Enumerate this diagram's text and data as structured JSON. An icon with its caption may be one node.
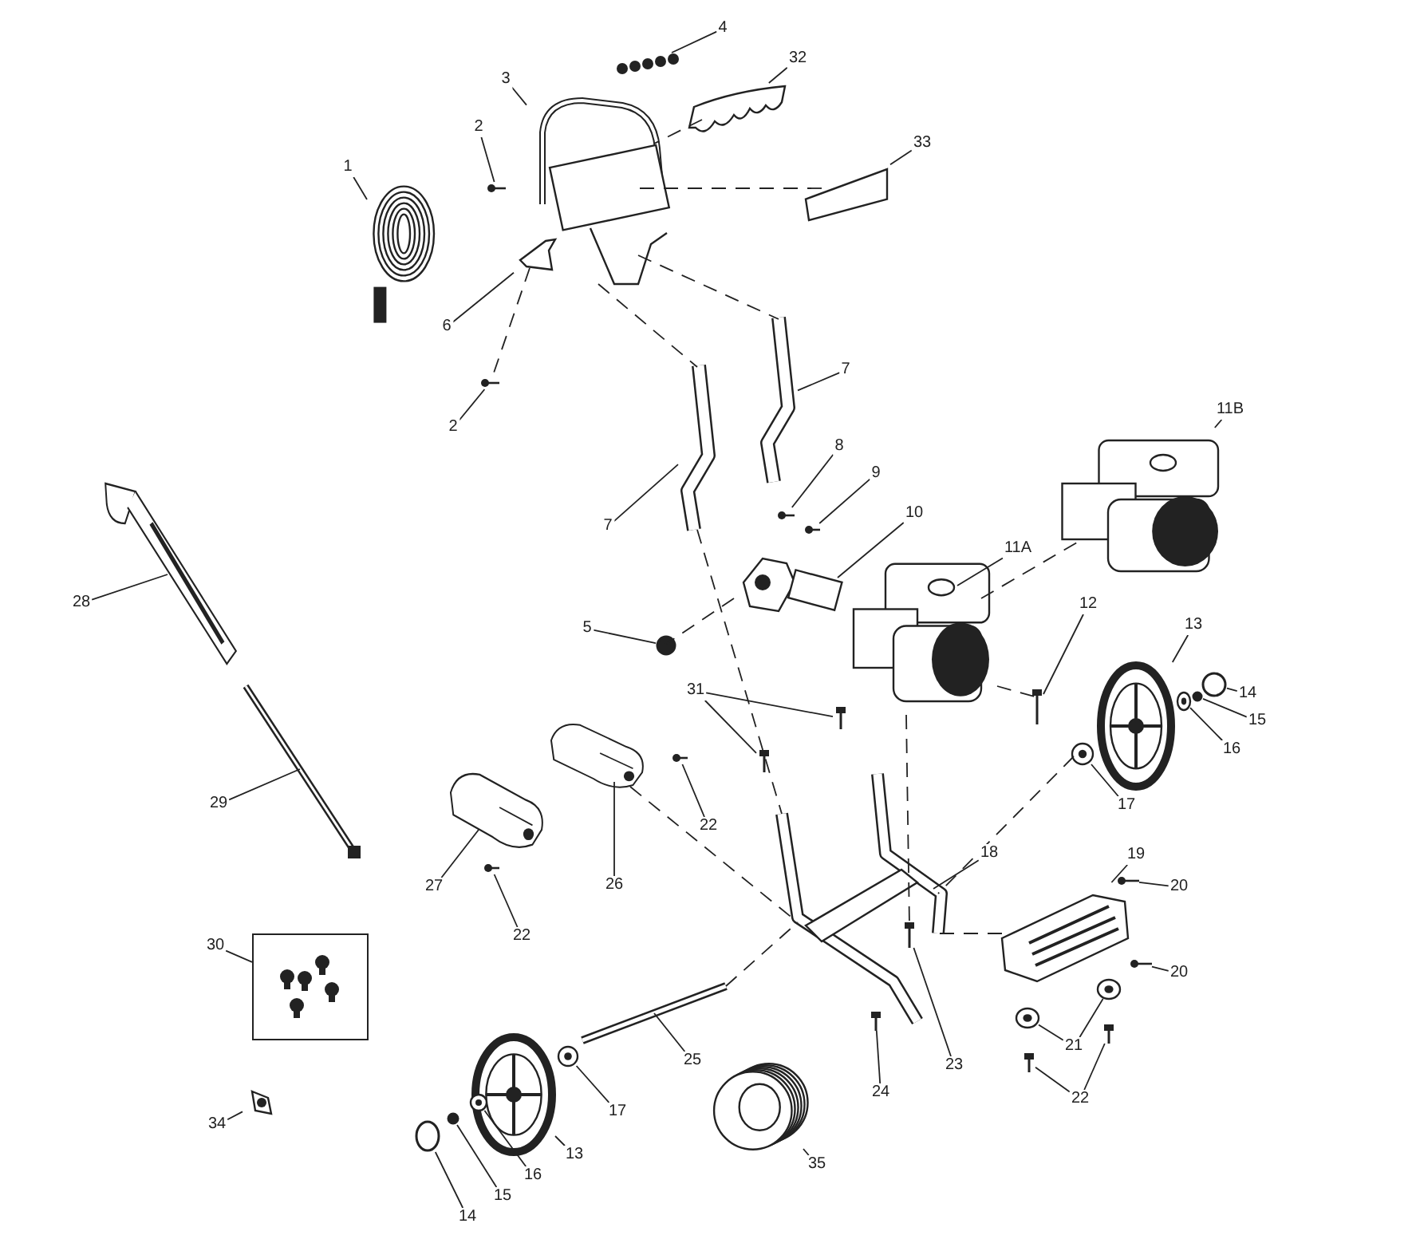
{
  "diagram": {
    "nodes": [
      {
        "text": [
          "1"
        ]
      },
      {
        "text": [],
        "shape": "picture"
      },
      {
        "text": [
          "2"
        ]
      },
      {
        "text": [],
        "shape": "picture"
      },
      {
        "text": [
          "3"
        ]
      },
      {
        "text": [],
        "shape": "picture"
      },
      {
        "text": [
          "4"
        ]
      },
      {
        "text": [],
        "shape": "picture"
      },
      {
        "text": [
          "32"
        ]
      },
      {
        "text": [],
        "shape": "picture"
      },
      {
        "text": [
          "33"
        ]
      },
      {
        "text": [],
        "shape": "box"
      },
      {
        "text": [
          "6"
        ]
      },
      {
        "text": [],
        "shape": "picture"
      },
      {
        "text": [
          "2"
        ]
      },
      {
        "text": [],
        "shape": "picture"
      },
      {
        "text": [
          "7"
        ]
      },
      {
        "text": [],
        "shape": "picture"
      },
      {
        "text": [
          "7"
        ]
      },
      {
        "text": [],
        "shape": "picture"
      },
      {
        "text": [
          "8"
        ]
      },
      {
        "text": [],
        "shape": "picture"
      },
      {
        "text": [
          "9"
        ]
      },
      {
        "text": [],
        "shape": "picture"
      },
      {
        "text": [
          "10"
        ]
      },
      {
        "text": [],
        "shape": "picture"
      },
      {
        "text": [
          "11A"
        ]
      },
      {
        "text": [],
        "shape": "picture"
      },
      {
        "text": [
          "11B"
        ]
      },
      {
        "text": [],
        "shape": "picture"
      },
      {
        "text": [
          "5"
        ]
      },
      {
        "text": [],
        "shape": "circle"
      },
      {
        "text": [
          "31"
        ]
      },
      {
        "text": [],
        "shape": "picture"
      },
      {
        "text": [],
        "shape": "picture"
      },
      {
        "text": [
          "12"
        ]
      },
      {
        "text": [],
        "shape": "picture"
      },
      {
        "text": [
          "13"
        ]
      },
      {
        "text": [],
        "shape": "picture"
      },
      {
        "text": [
          "14"
        ]
      },
      {
        "text": [],
        "shape": "circle"
      },
      {
        "text": [
          "15"
        ]
      },
      {
        "text": [],
        "shape": "circle"
      },
      {
        "text": [
          "16"
        ]
      },
      {
        "text": [],
        "shape": "picture"
      },
      {
        "text": [
          "17"
        ]
      },
      {
        "text": [],
        "shape": "picture"
      },
      {
        "text": [
          "22"
        ]
      },
      {
        "text": [],
        "shape": "picture"
      },
      {
        "text": [
          "27"
        ]
      },
      {
        "text": [],
        "shape": "picture"
      },
      {
        "text": [
          "26"
        ]
      },
      {
        "text": [],
        "shape": "picture"
      },
      {
        "text": [
          "22"
        ]
      },
      {
        "text": [],
        "shape": "picture"
      },
      {
        "text": [
          "18"
        ]
      },
      {
        "text": [],
        "shape": "picture"
      },
      {
        "text": [
          "19"
        ]
      },
      {
        "text": [],
        "shape": "picture"
      },
      {
        "text": [
          "20"
        ]
      },
      {
        "text": [],
        "shape": "picture"
      },
      {
        "text": [
          "20"
        ]
      },
      {
        "text": [],
        "shape": "picture"
      },
      {
        "text": [
          "21"
        ]
      },
      {
        "text": [],
        "shape": "picture"
      },
      {
        "text": [],
        "shape": "picture"
      },
      {
        "text": [
          "22"
        ]
      },
      {
        "text": [],
        "shape": "picture"
      },
      {
        "text": [],
        "shape": "picture"
      },
      {
        "text": [
          "23"
        ]
      },
      {
        "text": [],
        "shape": "picture",
        "in": 56
      },
      {
        "text": [
          "24"
        ]
      },
      {
        "text": [],
        "shape": "picture"
      },
      {
        "text": [
          "25"
        ]
      },
      {
        "text": [],
        "shape": "picture"
      },
      {
        "text": [
          "17"
        ]
      },
      {
        "text": [],
        "shape": "picture"
      },
      {
        "text": [
          "13"
        ]
      },
      {
        "text": [],
        "shape": "picture"
      },
      {
        "text": [
          "16"
        ]
      },
      {
        "text": [],
        "shape": "picture"
      },
      {
        "text": [
          "15"
        ]
      },
      {
        "text": [],
        "shape": "circle"
      },
      {
        "text": [
          "14"
        ]
      },
      {
        "text": [],
        "shape": "circle"
      },
      {
        "text": [
          "35"
        ]
      },
      {
        "text": [],
        "shape": "picture"
      },
      {
        "text": [
          "28"
        ]
      },
      {
        "text": [],
        "shape": "picture"
      },
      {
        "text": [
          "29"
        ]
      },
      {
        "text": [],
        "shape": "bar"
      },
      {
        "text": [
          "30"
        ]
      },
      {
        "text": [],
        "shape": "picture"
      },
      {
        "text": [
          "34"
        ]
      },
      {
        "text": [],
        "shape": "picture"
      }
    ],
    "edges": [
      {
        "from": 0,
        "to": 1,
        "arrow": "none"
      },
      {
        "from": 2,
        "to": 3,
        "arrow": "none"
      },
      {
        "from": 4,
        "to": 5,
        "arrow": "none"
      },
      {
        "from": 6,
        "to": 7,
        "arrow": "none"
      },
      {
        "from": 8,
        "to": 9,
        "arrow": "none"
      },
      {
        "from": 10,
        "to": 11,
        "arrow": "none"
      },
      {
        "from": 12,
        "to": 13,
        "arrow": "none"
      },
      {
        "from": 14,
        "to": 15,
        "arrow": "none"
      },
      {
        "from": 16,
        "to": 17,
        "arrow": "none"
      },
      {
        "from": 18,
        "to": 19,
        "arrow": "none"
      },
      {
        "from": 20,
        "to": 21,
        "arrow": "none"
      },
      {
        "from": 22,
        "to": 23,
        "arrow": "none"
      },
      {
        "from": 24,
        "to": 25,
        "arrow": "none"
      },
      {
        "from": 26,
        "to": 27,
        "arrow": "none"
      },
      {
        "from": 28,
        "to": 29,
        "arrow": "none"
      },
      {
        "from": 30,
        "to": 31,
        "arrow": "none"
      },
      {
        "from": 32,
        "to": 33,
        "arrow": "none"
      },
      {
        "from": 32,
        "to": 34,
        "arrow": "none"
      },
      {
        "from": 35,
        "to": 36,
        "arrow": "none"
      },
      {
        "from": 37,
        "to": 38,
        "arrow": "none"
      },
      {
        "from": 39,
        "to": 40,
        "arrow": "none"
      },
      {
        "from": 41,
        "to": 42,
        "arrow": "none"
      },
      {
        "from": 43,
        "to": 44,
        "arrow": "none"
      },
      {
        "from": 45,
        "to": 46,
        "arrow": "none"
      },
      {
        "from": 47,
        "to": 48,
        "arrow": "none"
      },
      {
        "from": 49,
        "to": 50,
        "arrow": "none"
      },
      {
        "from": 51,
        "to": 52,
        "arrow": "none"
      },
      {
        "from": 53,
        "to": 54,
        "arrow": "none"
      },
      {
        "from": 55,
        "to": 56,
        "arrow": "none"
      },
      {
        "from": 57,
        "to": 58,
        "arrow": "none"
      },
      {
        "from": 59,
        "to": 60,
        "arrow": "none"
      },
      {
        "from": 61,
        "to": 62,
        "arrow": "none"
      },
      {
        "from": 63,
        "to": 64,
        "arrow": "none"
      },
      {
        "from": 63,
        "to": 65,
        "arrow": "none"
      },
      {
        "from": 66,
        "to": 67,
        "arrow": "none"
      },
      {
        "from": 66,
        "to": 68,
        "arrow": "none"
      },
      {
        "from": 69,
        "to": 70,
        "arrow": "none"
      },
      {
        "from": 71,
        "to": 72,
        "arrow": "none"
      },
      {
        "from": 73,
        "to": 74,
        "arrow": "none"
      },
      {
        "from": 75,
        "to": 76,
        "arrow": "none"
      },
      {
        "from": 77,
        "to": 78,
        "arrow": "none"
      },
      {
        "from": 79,
        "to": 80,
        "arrow": "none"
      },
      {
        "from": 81,
        "to": 82,
        "arrow": "none"
      },
      {
        "from": 83,
        "to": 84,
        "arrow": "none"
      },
      {
        "from": 85,
        "to": 86,
        "arrow": "none"
      },
      {
        "from": 87,
        "to": 88,
        "arrow": "none"
      },
      {
        "from": 89,
        "to": 90,
        "arrow": "none"
      },
      {
        "from": 91,
        "to": 92,
        "arrow": "none"
      },
      {
        "from": 93,
        "to": 94,
        "arrow": "none"
      },
      {
        "from": 11,
        "to": 5,
        "arrow": "none",
        "style": "dashed"
      },
      {
        "from": 5,
        "to": 17,
        "arrow": "none",
        "style": "dashed"
      },
      {
        "from": 5,
        "to": 19,
        "arrow": "none",
        "style": "dashed"
      },
      {
        "from": 9,
        "to": 5,
        "arrow": "none",
        "style": "dashed"
      },
      {
        "from": 13,
        "to": 15,
        "arrow": "none",
        "style": "dashed"
      },
      {
        "from": 19,
        "to": 56,
        "arrow": "none",
        "style": "dashed"
      },
      {
        "from": 27,
        "to": 70,
        "arrow": "none",
        "style": "dashed"
      },
      {
        "from": 27,
        "to": 29,
        "arrow": "none",
        "style": "dashed"
      },
      {
        "from": 27,
        "to": 36,
        "arrow": "none",
        "style": "dashed"
      },
      {
        "from": 25,
        "to": 31,
        "arrow": "none",
        "style": "dashed"
      },
      {
        "from": 52,
        "to": 56,
        "arrow": "none",
        "style": "dashed"
      },
      {
        "from": 46,
        "to": 56,
        "arrow": "none",
        "style": "dashed"
      },
      {
        "from": 74,
        "to": 56,
        "arrow": "none",
        "style": "dashed"
      },
      {
        "from": 58,
        "to": 56,
        "arrow": "none",
        "style": "dashed"
      }
    ]
  }
}
